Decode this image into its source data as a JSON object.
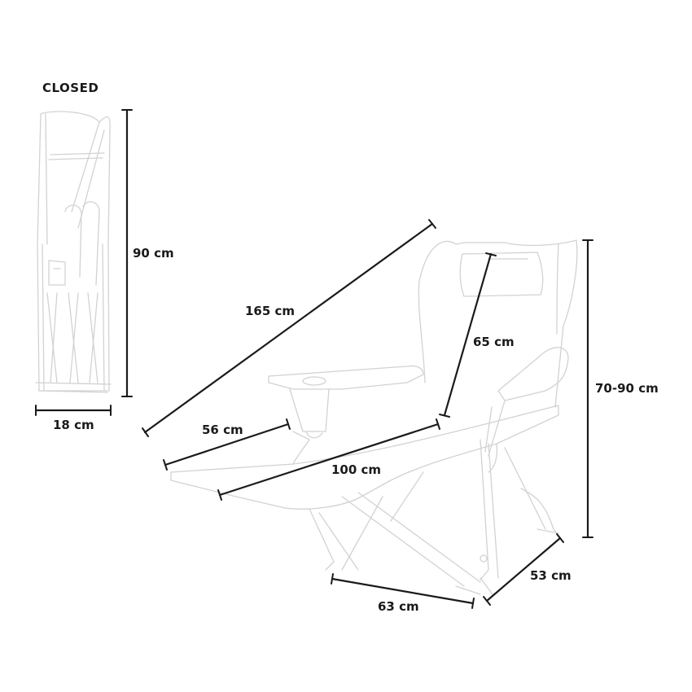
{
  "closed_title": "CLOSED",
  "dimensions": {
    "closed_height": "90 cm",
    "closed_width": "18 cm",
    "total_length": "165 cm",
    "backrest_height": "65 cm",
    "seat_depth": "56 cm",
    "lounger_length": "100 cm",
    "overall_height": "70-90 cm",
    "frame_width": "63 cm",
    "frame_depth": "53 cm"
  },
  "colors": {
    "line_art": "#d2d2d2",
    "dimension_lines": "#1a1a1a"
  }
}
